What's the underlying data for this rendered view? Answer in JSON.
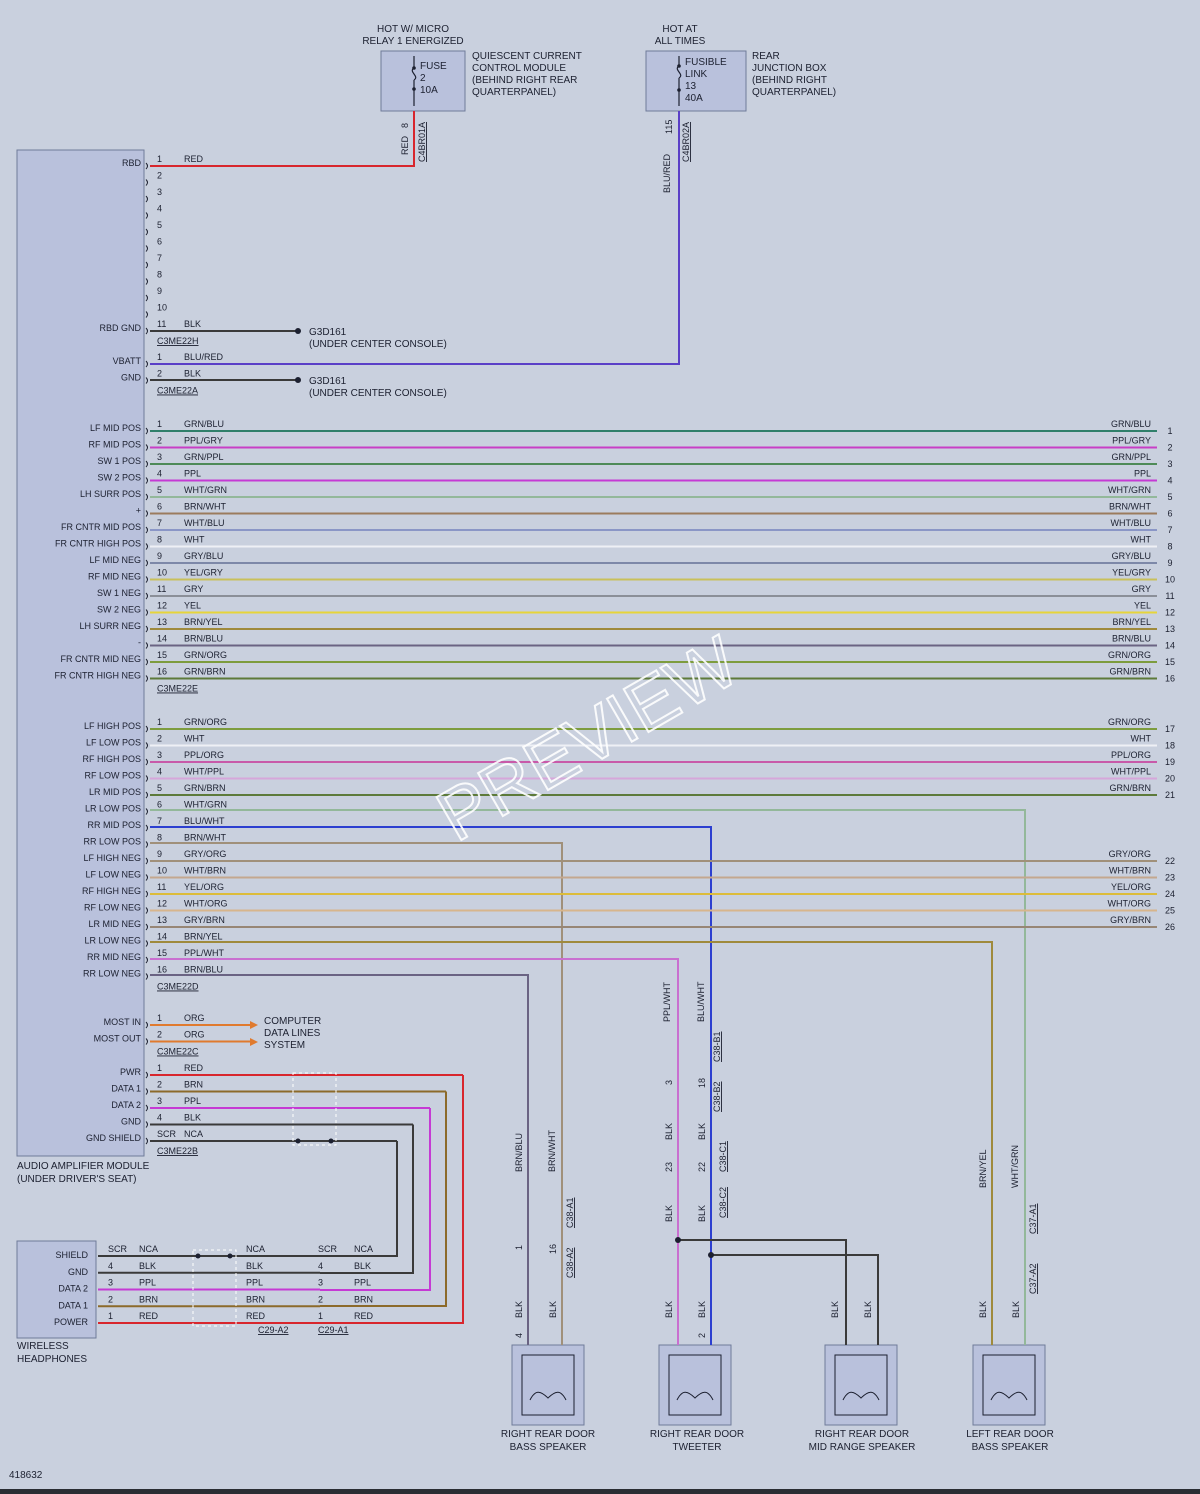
{
  "colors": {
    "background": "#c9d0de",
    "module_fill": "#b9c1dc",
    "module_stroke": "#707b99",
    "label": "#1c2030",
    "watermark": "#ffffff"
  },
  "watermark": "PREVIEW",
  "figure_id": "418632",
  "fuse_boxes": [
    {
      "title_lines": [
        "HOT W/ MICRO",
        "RELAY 1 ENERGIZED"
      ],
      "inner_lines": [
        "FUSE",
        "2",
        "10A"
      ],
      "desc_lines": [
        "QUIESCENT CURRENT",
        "CONTROL MODULE",
        "(BEHIND RIGHT REAR",
        "QUARTERPANEL)"
      ],
      "connector": "C4BR01A",
      "pin": "8",
      "wire": "RED",
      "wire_color": "#d8262d"
    },
    {
      "title_lines": [
        "HOT AT",
        "ALL TIMES"
      ],
      "inner_lines": [
        "FUSIBLE",
        "LINK",
        "13",
        "40A"
      ],
      "desc_lines": [
        "REAR",
        "JUNCTION BOX",
        "(BEHIND RIGHT",
        "QUARTERPANEL)"
      ],
      "connector": "C4BR02A",
      "pin": "115",
      "wire": "BLU/RED",
      "wire_color": "#5a3fc7"
    }
  ],
  "amplifier": {
    "name_lines": [
      "AUDIO AMPLIFIER MODULE",
      "(UNDER DRIVER'S SEAT)"
    ]
  },
  "grounds": [
    {
      "id": "G3D161",
      "location": "(UNDER CENTER CONSOLE)"
    },
    {
      "id": "G3D161",
      "location": "(UNDER CENTER CONSOLE)"
    }
  ],
  "connector_groups": [
    {
      "connector": "C3ME22H",
      "rows": [
        {
          "pin": "1",
          "signal": "RBD",
          "wire": "RED",
          "color": "#d8262d"
        },
        {
          "pin": "2"
        },
        {
          "pin": "3"
        },
        {
          "pin": "4"
        },
        {
          "pin": "5"
        },
        {
          "pin": "6"
        },
        {
          "pin": "7"
        },
        {
          "pin": "8"
        },
        {
          "pin": "9"
        },
        {
          "pin": "10"
        },
        {
          "pin": "11",
          "signal": "RBD GND",
          "wire": "BLK",
          "color": "#3a3a3a"
        }
      ]
    },
    {
      "connector": "C3ME22A",
      "rows": [
        {
          "pin": "1",
          "signal": "VBATT",
          "wire": "BLU/RED",
          "color": "#5a3fc7"
        },
        {
          "pin": "2",
          "signal": "GND",
          "wire": "BLK",
          "color": "#3a3a3a"
        }
      ]
    },
    {
      "connector": "C3ME22E",
      "rows": [
        {
          "pin": "1",
          "signal": "LF MID POS",
          "wire": "GRN/BLU",
          "color": "#2f7f6a",
          "right": "1"
        },
        {
          "pin": "2",
          "signal": "RF MID POS",
          "wire": "PPL/GRY",
          "color": "#c83ec5",
          "right": "2"
        },
        {
          "pin": "3",
          "signal": "SW 1 POS",
          "wire": "GRN/PPL",
          "color": "#4e8a57",
          "right": "3"
        },
        {
          "pin": "4",
          "signal": "SW 2 POS",
          "wire": "PPL",
          "color": "#c53ad4",
          "right": "4"
        },
        {
          "pin": "5",
          "signal": "LH SURR POS",
          "wire": "WHT/GRN",
          "color": "#93b89a",
          "right": "5"
        },
        {
          "pin": "6",
          "signal": "+",
          "wire": "BRN/WHT",
          "color": "#9b7b5d",
          "right": "6"
        },
        {
          "pin": "7",
          "signal": "FR CNTR MID POS",
          "wire": "WHT/BLU",
          "color": "#8a96c6",
          "right": "7"
        },
        {
          "pin": "8",
          "signal": "FR CNTR HIGH POS",
          "wire": "WHT",
          "color": "#eef0f5",
          "right": "8"
        },
        {
          "pin": "9",
          "signal": "LF MID NEG",
          "wire": "GRY/BLU",
          "color": "#7d88a8",
          "right": "9"
        },
        {
          "pin": "10",
          "signal": "RF MID NEG",
          "wire": "YEL/GRY",
          "color": "#c9c05a",
          "right": "10"
        },
        {
          "pin": "11",
          "signal": "SW 1 NEG",
          "wire": "GRY",
          "color": "#8b8f98",
          "right": "11"
        },
        {
          "pin": "12",
          "signal": "SW 2 NEG",
          "wire": "YEL",
          "color": "#e6d53a",
          "right": "12"
        },
        {
          "pin": "13",
          "signal": "LH SURR NEG",
          "wire": "BRN/YEL",
          "color": "#9f8a3c",
          "right": "13"
        },
        {
          "pin": "14",
          "signal": "-",
          "wire": "BRN/BLU",
          "color": "#6a6383",
          "right": "14"
        },
        {
          "pin": "15",
          "signal": "FR CNTR MID NEG",
          "wire": "GRN/ORG",
          "color": "#7d9c3e",
          "right": "15"
        },
        {
          "pin": "16",
          "signal": "FR CNTR HIGH NEG",
          "wire": "GRN/BRN",
          "color": "#5d7a3a",
          "right": "16"
        }
      ]
    },
    {
      "connector": "C3ME22D",
      "rows": [
        {
          "pin": "1",
          "signal": "LF HIGH POS",
          "wire": "GRN/ORG",
          "color": "#7d9c3e",
          "right": "17"
        },
        {
          "pin": "2",
          "signal": "LF LOW POS",
          "wire": "WHT",
          "color": "#eef0f5",
          "right": "18"
        },
        {
          "pin": "3",
          "signal": "RF HIGH POS",
          "wire": "PPL/ORG",
          "color": "#c85aa9",
          "right": "19"
        },
        {
          "pin": "4",
          "signal": "RF LOW POS",
          "wire": "WHT/PPL",
          "color": "#d6a6da",
          "right": "20"
        },
        {
          "pin": "5",
          "signal": "LR MID POS",
          "wire": "GRN/BRN",
          "color": "#5d7a3a",
          "right": "21"
        },
        {
          "pin": "6",
          "signal": "LR LOW POS",
          "wire": "WHT/GRN",
          "color": "#93b89a"
        },
        {
          "pin": "7",
          "signal": "RR MID POS",
          "wire": "BLU/WHT",
          "color": "#8a96c6"
        },
        {
          "pin": "8",
          "signal": "RR LOW POS",
          "wire": "BRN/WHT",
          "color": "#2c3fd0"
        },
        {
          "pin": "9",
          "signal": "LF HIGH NEG",
          "wire": "GRY/ORG",
          "color": "#a0907a",
          "right": "22"
        },
        {
          "pin": "10",
          "signal": "LF LOW NEG",
          "wire": "WHT/BRN",
          "color": "#c4a78f",
          "right": "23"
        },
        {
          "pin": "11",
          "signal": "RF HIGH NEG",
          "wire": "YEL/ORG",
          "color": "#dcbc3a",
          "right": "24"
        },
        {
          "pin": "12",
          "signal": "RF LOW NEG",
          "wire": "WHT/ORG",
          "color": "#d7b58c",
          "right": "25"
        },
        {
          "pin": "13",
          "signal": "LR MID NEG",
          "wire": "GRY/BRN",
          "color": "#978675",
          "right": "26"
        },
        {
          "pin": "14",
          "signal": "LR LOW NEG",
          "wire": "BRN/YEL",
          "color": "#9f8a3c"
        },
        {
          "pin": "15",
          "signal": "RR MID NEG",
          "wire": "PPL/WHT",
          "color": "#c96fd0"
        },
        {
          "pin": "16",
          "signal": "RR LOW NEG",
          "wire": "BRN/BLU",
          "color": "#6a6383"
        }
      ]
    },
    {
      "connector": "C3ME22C",
      "rows": [
        {
          "pin": "1",
          "signal": "MOST IN",
          "wire": "ORG",
          "color": "#e07a2e"
        },
        {
          "pin": "2",
          "signal": "MOST OUT",
          "wire": "ORG",
          "color": "#e07a2e"
        }
      ]
    },
    {
      "connector": "C3ME22B",
      "rows": [
        {
          "pin": "1",
          "signal": "PWR",
          "wire": "RED",
          "color": "#d8262d"
        },
        {
          "pin": "2",
          "signal": "DATA 1",
          "wire": "BRN",
          "color": "#8c6a2a"
        },
        {
          "pin": "3",
          "signal": "DATA 2",
          "wire": "PPL",
          "color": "#c53ad4"
        },
        {
          "pin": "4",
          "signal": "GND",
          "wire": "BLK",
          "color": "#3a3a3a"
        },
        {
          "pin": "SCR",
          "signal": "GND SHIELD",
          "wire": "NCA",
          "color": "#3a3a3a"
        }
      ]
    }
  ],
  "computer_data_lines": [
    "COMPUTER",
    "DATA LINES",
    "SYSTEM"
  ],
  "headphones": {
    "name_lines": [
      "WIRELESS",
      "HEADPHONES"
    ],
    "rows": [
      {
        "signal": "SHIELD",
        "pin": "SCR",
        "wire": "NCA",
        "pin2": "SCR",
        "wire2": "NCA",
        "color": "#3a3a3a"
      },
      {
        "signal": "GND",
        "pin": "4",
        "wire": "BLK",
        "pin2": "4",
        "wire2": "BLK",
        "color": "#3a3a3a"
      },
      {
        "signal": "DATA 2",
        "pin": "3",
        "wire": "PPL",
        "pin2": "3",
        "wire2": "PPL",
        "color": "#c53ad4"
      },
      {
        "signal": "DATA 1",
        "pin": "2",
        "wire": "BRN",
        "pin2": "2",
        "wire2": "BRN",
        "color": "#8c6a2a"
      },
      {
        "signal": "POWER",
        "pin": "1",
        "wire": "RED",
        "pin2": "1",
        "wire2": "RED",
        "color": "#d8262d"
      }
    ],
    "inline_connectors": [
      "C29-A2",
      "C29-A1"
    ]
  },
  "speakers": [
    {
      "name_lines": [
        "RIGHT REAR DOOR",
        "BASS SPEAKER"
      ]
    },
    {
      "name_lines": [
        "RIGHT REAR DOOR",
        "TWEETER"
      ]
    },
    {
      "name_lines": [
        "RIGHT REAR DOOR",
        "MID RANGE SPEAKER"
      ]
    },
    {
      "name_lines": [
        "LEFT REAR DOOR",
        "BASS SPEAKER"
      ]
    }
  ],
  "vertical_wire_labels": [
    "BRN/BLU",
    "BRN/WHT",
    "PPL/WHT",
    "BLU/WHT",
    "BRN/YEL",
    "WHT/GRN",
    "BLK"
  ],
  "inline_connector_labels": [
    "C38-A1",
    "C38-A2",
    "C38-B1",
    "C38-B2",
    "C38-C1",
    "C38-C2",
    "C37-A1",
    "C37-A2"
  ],
  "inline_pins": [
    "1",
    "16",
    "3",
    "18",
    "23",
    "22",
    "4",
    "2"
  ]
}
